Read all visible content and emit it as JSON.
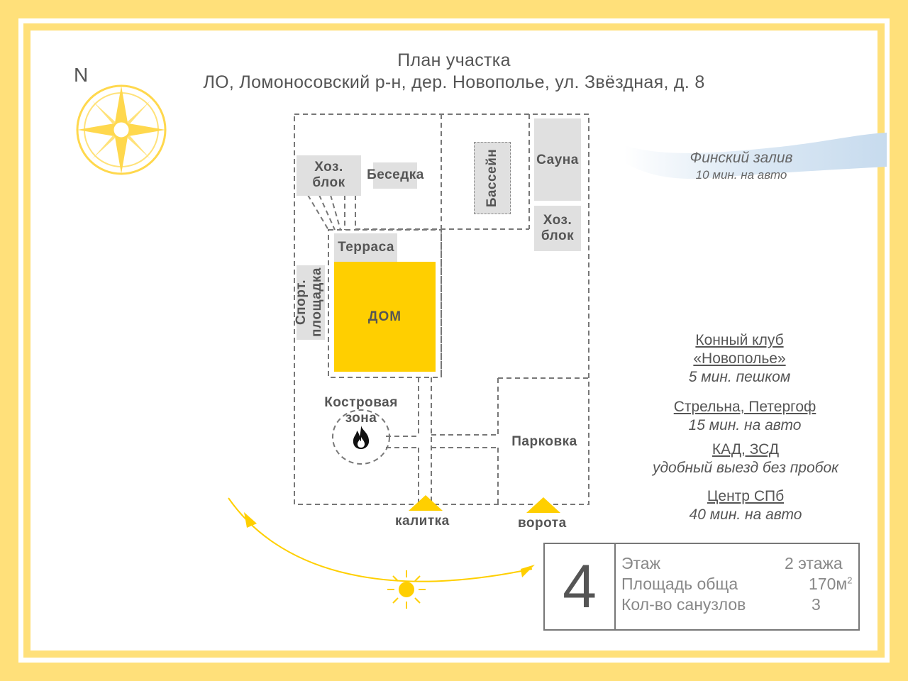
{
  "title": {
    "line1": "План участка",
    "line2": "ЛО, Ломоносовский р-н, дер. Новополье, ул. Звёздная, д. 8"
  },
  "compass": {
    "north": "N"
  },
  "plan": {
    "hoz_block_1": "Хоз.\nблок",
    "besedka": "Беседка",
    "bassein": "Бассейн",
    "sauna": "Сауна",
    "hoz_block_2": "Хоз.\nблок",
    "terrasa": "Терраса",
    "house": "ДОМ",
    "sport": "Спорт.\nплощадка",
    "fire_zone": "Костровая\nзона",
    "parking": "Парковка",
    "wicket": "калитка",
    "gate": "ворота"
  },
  "gulf": {
    "name": "Финский залив",
    "time": "10 мин. на авто"
  },
  "places": [
    {
      "name": "Конный клуб\n«Новополье»",
      "time": "5 мин. пешком"
    },
    {
      "name": "Стрельна, Петергоф",
      "time": "15 мин. на авто"
    },
    {
      "name": "КАД, ЗСД",
      "time": "удобный выезд без пробок"
    },
    {
      "name": "Центр СПб",
      "time": "40 мин. на авто"
    }
  ],
  "specs": {
    "number": "4",
    "rows": [
      {
        "label": "Этаж",
        "value": "2 этажа"
      },
      {
        "label": "Площадь обща",
        "value": "170м",
        "sup": "2"
      },
      {
        "label": "Кол-во санузлов",
        "value": "3"
      }
    ]
  },
  "colors": {
    "accent": "#ffcf00",
    "frame": "#ffe07a",
    "block": "#e0e0e0",
    "text": "#555555"
  }
}
